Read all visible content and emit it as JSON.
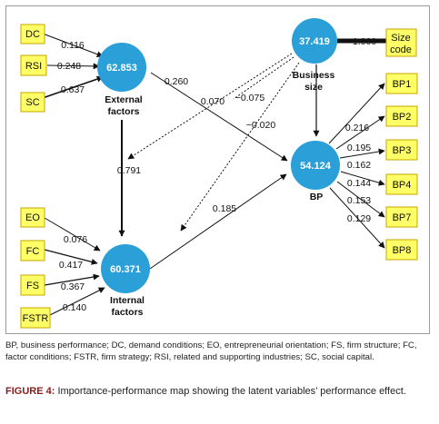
{
  "colors": {
    "latent_fill": "#2a9fd8",
    "indicator_fill": "#ffff66",
    "line": "#111111",
    "caption_label": "#8a1c1c"
  },
  "latent_variables": {
    "external": {
      "value": "62.853",
      "label_lines": [
        "External",
        "factors"
      ]
    },
    "internal": {
      "value": "60.371",
      "label_lines": [
        "Internal",
        "factors"
      ]
    },
    "business_size": {
      "value": "37.419",
      "label_lines": [
        "Business",
        "size"
      ]
    },
    "bp": {
      "value": "54.124",
      "label_lines": [
        "BP"
      ]
    }
  },
  "indicators": {
    "dc": "DC",
    "rsi": "RSI",
    "sc": "SC",
    "eo": "EO",
    "fc": "FC",
    "fs": "FS",
    "fstr": "FSTR",
    "size_code": [
      "Size",
      "code"
    ],
    "bp1": "BP1",
    "bp2": "BP2",
    "bp3": "BP3",
    "bp4": "BP4",
    "bp7": "BP7",
    "bp8": "BP8"
  },
  "weights": {
    "dc": "0.116",
    "rsi": "0.248",
    "sc": "0.637",
    "eo": "0.076",
    "fc": "0.417",
    "fs": "0.367",
    "fstr": "0.140",
    "size_code": "1.000",
    "bp1": "0.216",
    "bp2": "0.195",
    "bp3": "0.162",
    "bp4": "0.144",
    "bp7": "0.153",
    "bp8": "0.129"
  },
  "paths": {
    "external_to_bp": "0.260",
    "external_to_internal": "0.791",
    "internal_to_bp": "0.185",
    "size_moderation_1": "0.070",
    "size_moderation_2": "−0.075",
    "size_moderation_3": "−0.020"
  },
  "abbreviations": "BP, business performance; DC, demand conditions; EO, entrepreneurial orientation; FS, firm structure; FC, factor conditions; FSTR, firm strategy; RSI, related and supporting industries; SC, social capital.",
  "caption": {
    "label": "FIGURE 4:",
    "text": " Importance-performance map showing the latent variables’ performance effect."
  }
}
